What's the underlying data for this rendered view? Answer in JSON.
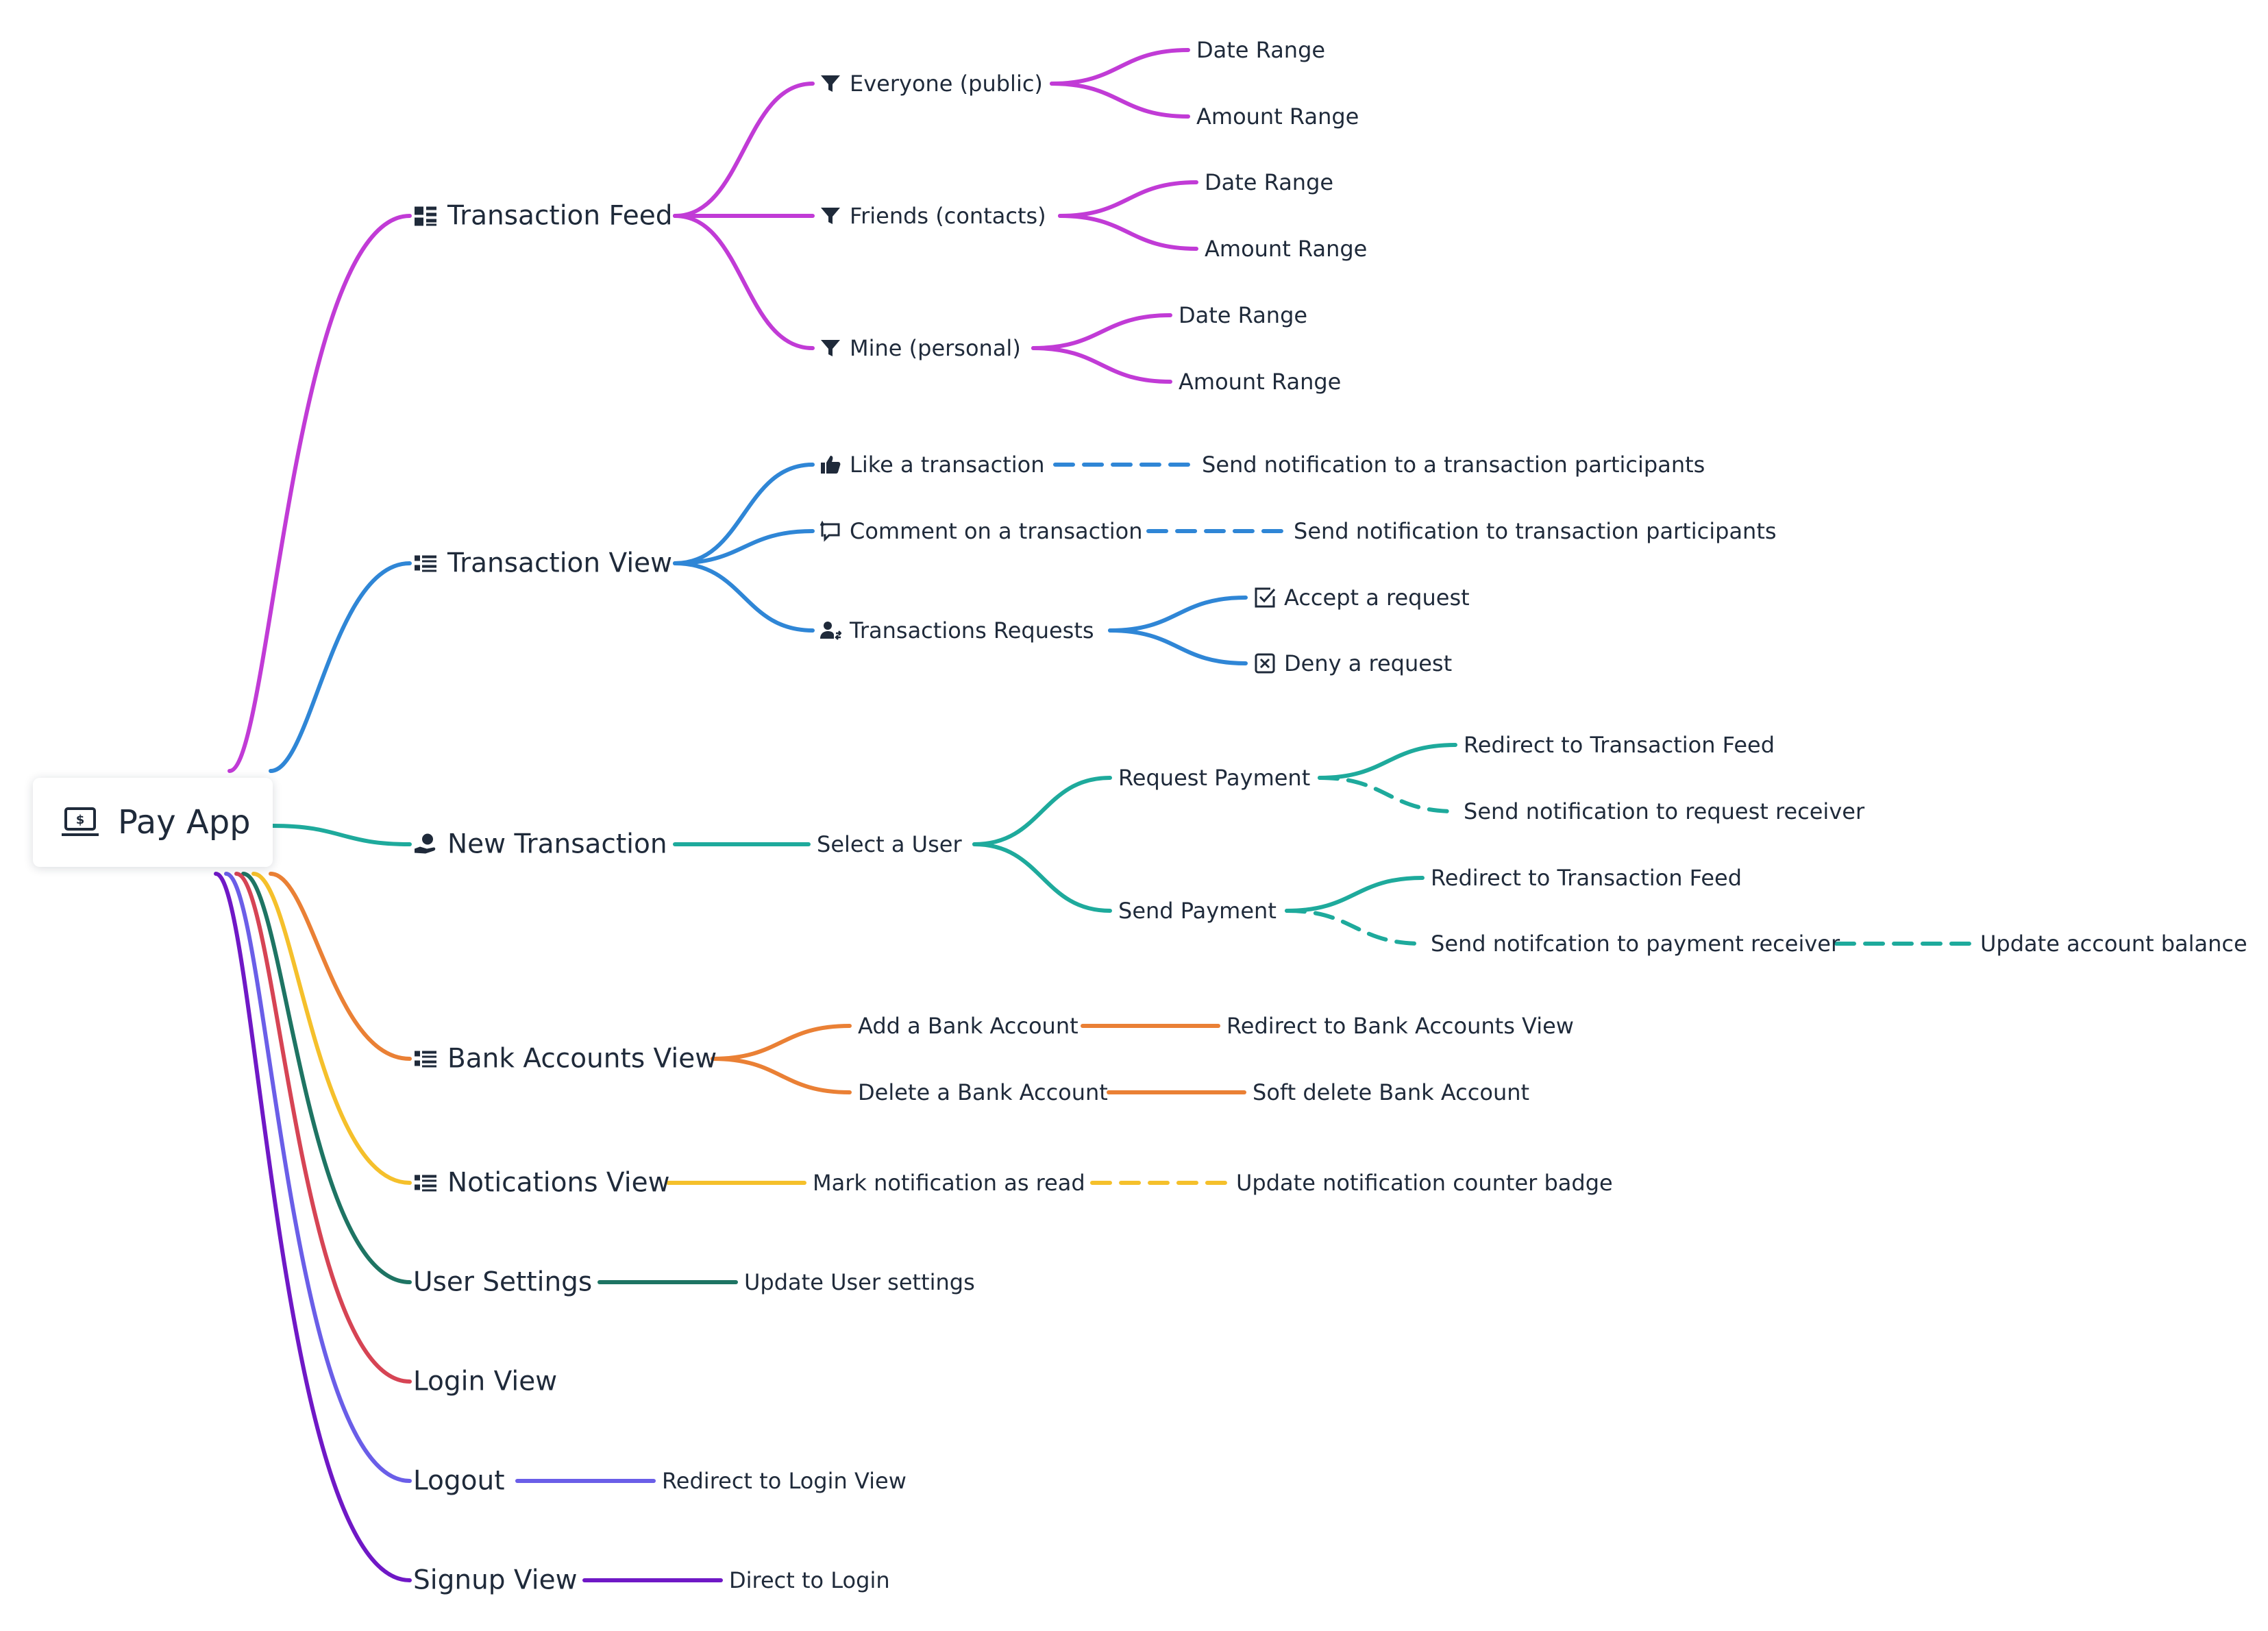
{
  "root": {
    "label": "Pay App",
    "icon": "laptop-dollar-icon"
  },
  "branches": [
    {
      "key": "feed",
      "label": "Transaction Feed",
      "icon": "dashboard-icon",
      "color": "#c13bd6",
      "children": [
        {
          "label": "Everyone (public)",
          "icon": "filter-icon",
          "children": [
            {
              "label": "Date Range"
            },
            {
              "label": "Amount Range"
            }
          ]
        },
        {
          "label": "Friends (contacts)",
          "icon": "filter-icon",
          "children": [
            {
              "label": "Date Range"
            },
            {
              "label": "Amount Range"
            }
          ]
        },
        {
          "label": "Mine (personal)",
          "icon": "filter-icon",
          "children": [
            {
              "label": "Date Range"
            },
            {
              "label": "Amount Range"
            }
          ]
        }
      ]
    },
    {
      "key": "view",
      "label": "Transaction View",
      "icon": "list-icon",
      "color": "#2f86d6",
      "children": [
        {
          "label": "Like a transaction",
          "icon": "thumbs-up-icon",
          "dashed": true,
          "children": [
            {
              "label": "Send notification to a transaction participants"
            }
          ]
        },
        {
          "label": "Comment on a transaction",
          "icon": "comment-icon",
          "dashed": true,
          "children": [
            {
              "label": "Send notification to transaction participants"
            }
          ]
        },
        {
          "label": "Transactions Requests",
          "icon": "user-request-icon",
          "children": [
            {
              "label": "Accept a request",
              "icon": "check-square-icon"
            },
            {
              "label": "Deny a request",
              "icon": "x-square-icon"
            }
          ]
        }
      ]
    },
    {
      "key": "new",
      "label": "New Transaction",
      "icon": "hand-money-icon",
      "color": "#1eaa9c",
      "children": [
        {
          "label": "Select a User",
          "children": [
            {
              "label": "Request Payment",
              "children": [
                {
                  "label": "Redirect to Transaction Feed"
                },
                {
                  "label": "Send notification to request receiver",
                  "dashed": true
                }
              ]
            },
            {
              "label": "Send Payment",
              "children": [
                {
                  "label": "Redirect to Transaction Feed"
                },
                {
                  "label": "Send notifcation to payment receiver",
                  "dashed": true,
                  "children": [
                    {
                      "label": "Update account balance",
                      "dashed": true
                    }
                  ]
                }
              ]
            }
          ]
        }
      ]
    },
    {
      "key": "bank",
      "label": "Bank Accounts View",
      "icon": "list-icon",
      "color": "#ea8035",
      "children": [
        {
          "label": "Add a Bank Account",
          "children": [
            {
              "label": "Redirect to Bank Accounts View"
            }
          ]
        },
        {
          "label": "Delete a Bank Account",
          "children": [
            {
              "label": "Soft delete Bank Account"
            }
          ]
        }
      ]
    },
    {
      "key": "notif",
      "label": "Notications View",
      "icon": "list-icon",
      "color": "#f5c02b",
      "children": [
        {
          "label": "Mark notification as read",
          "children": [
            {
              "label": "Update notification counter badge",
              "dashed": true
            }
          ]
        }
      ]
    },
    {
      "key": "settings",
      "label": "User Settings",
      "color": "#1e7463",
      "children": [
        {
          "label": "Update User settings"
        }
      ]
    },
    {
      "key": "login",
      "label": "Login View",
      "color": "#d64454",
      "children": []
    },
    {
      "key": "logout",
      "label": "Logout",
      "color": "#6a5ee8",
      "children": [
        {
          "label": "Redirect to Login View"
        }
      ]
    },
    {
      "key": "signup",
      "label": "Signup View",
      "color": "#6f18c6",
      "children": [
        {
          "label": "Direct to Login"
        }
      ]
    }
  ]
}
